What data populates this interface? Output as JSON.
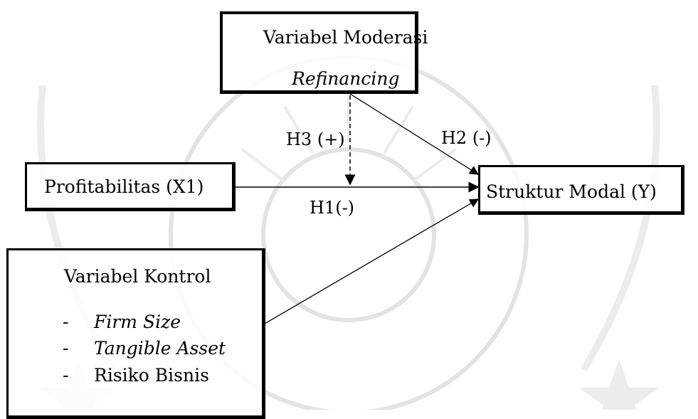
{
  "diagram": {
    "moderation": {
      "heading": "Variabel Moderasi",
      "variable": "Refinancing"
    },
    "independent": {
      "label": "Profitabilitas (X1)"
    },
    "dependent": {
      "label": "Struktur Modal (Y)"
    },
    "control": {
      "heading": "Variabel Kontrol",
      "items": [
        {
          "bullet": "-",
          "text": "Firm Size",
          "italic": true
        },
        {
          "bullet": "-",
          "text": "Tangible Asset",
          "italic": true
        },
        {
          "bullet": "-",
          "text": "Risiko Bisnis",
          "italic": false
        }
      ]
    },
    "hypotheses": {
      "h1": "H1(-)",
      "h2": "H2 (-)",
      "h3": "H3 (+)"
    }
  },
  "colors": {
    "line": "#000000",
    "watermark": "#e6e6e6"
  }
}
